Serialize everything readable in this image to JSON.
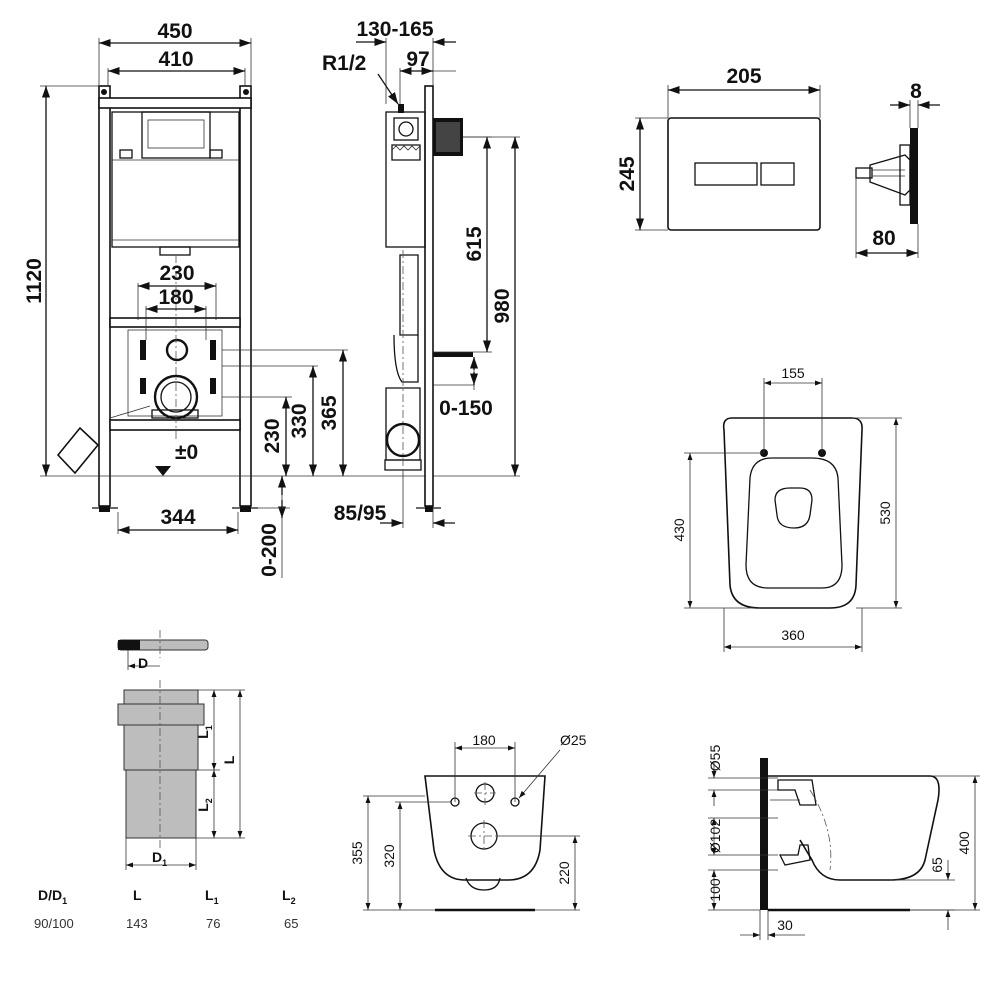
{
  "frame_front": {
    "w_outer": "450",
    "w_inner": "410",
    "height": "1120",
    "drain_spacing": "230",
    "bolt_spacing": "180",
    "foot_width": "344",
    "zero_mark": "±0",
    "h_230": "230",
    "h_330": "330",
    "h_365": "365",
    "foot_adjust": "0-200"
  },
  "frame_side": {
    "depth_range": "130-165",
    "thread": "R1/2",
    "depth_97": "97",
    "h_615": "615",
    "h_980": "980",
    "adjust_0_150": "0-150",
    "depth_85_95": "85/95"
  },
  "flush_plate": {
    "width": "205",
    "height": "245",
    "thickness": "8",
    "depth": "80"
  },
  "seat_top": {
    "hole_spacing": "155",
    "hole_to_front": "430",
    "length": "530",
    "width": "360"
  },
  "pipe": {
    "label_d": "D",
    "label_d1": "D",
    "label_d1_sub": "1",
    "label_l": "L",
    "label_l1": "L",
    "label_l1_sub": "1",
    "label_l2": "L",
    "label_l2_sub": "2",
    "table": {
      "headers": [
        {
          "main": "D/D",
          "sub": "1"
        },
        {
          "main": "L",
          "sub": ""
        },
        {
          "main": "L",
          "sub": "1"
        },
        {
          "main": "L",
          "sub": "2"
        }
      ],
      "row": [
        "90/100",
        "143",
        "76",
        "65"
      ]
    }
  },
  "bowl_front": {
    "bolt_spacing": "180",
    "bolt_diameter": "Ø25",
    "h_355": "355",
    "h_320": "320",
    "h_220": "220"
  },
  "bowl_side": {
    "d55": "Ø55",
    "d102": "Ø102",
    "h_100": "100",
    "w_30": "30",
    "h_65": "65",
    "h_400": "400"
  }
}
